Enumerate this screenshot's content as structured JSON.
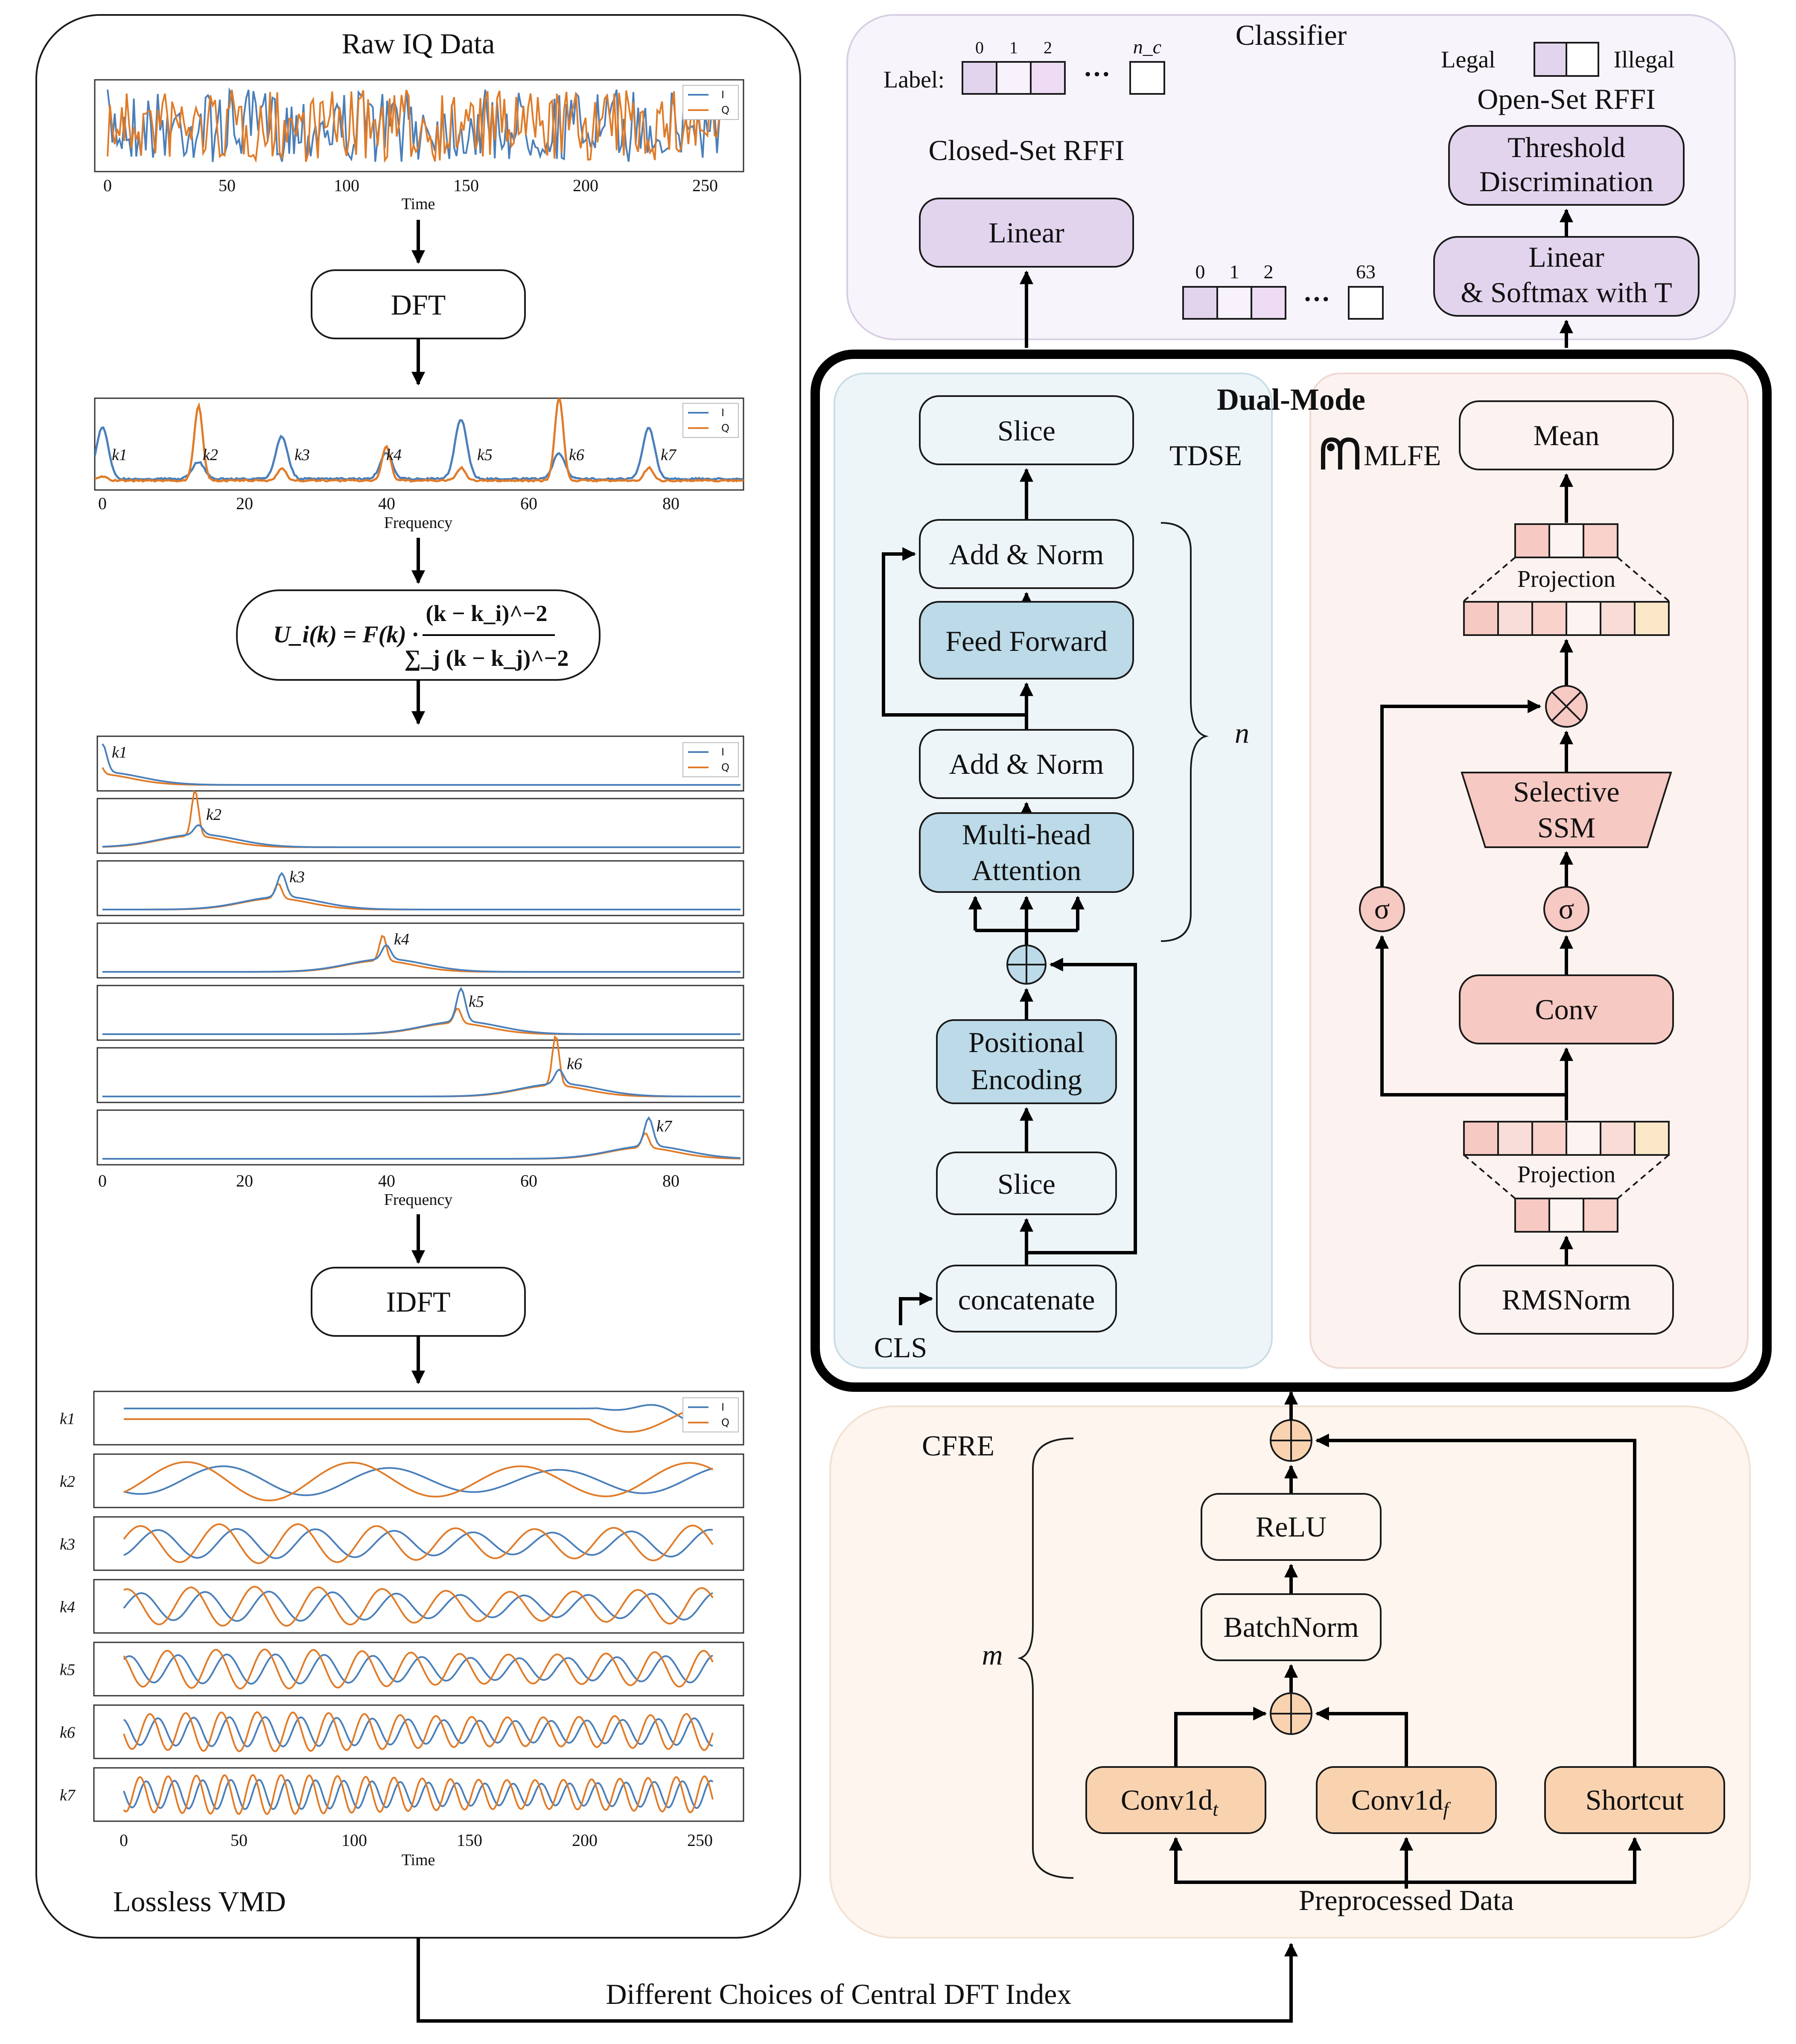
{
  "colors": {
    "blue": "#4a7fba",
    "orange": "#e07b28",
    "classifier_bg": "#f7f4fb",
    "classifier_box": "#e3d4ee",
    "tdse_bg": "#eef5f8",
    "tdse_box": "#bcdae8",
    "mlfe_bg": "#fcf3f1",
    "mlfe_box": "#f6c9c2",
    "cfre_bg": "#fdf5ee",
    "cfre_box": "#f9d3b0"
  },
  "left_panel": {
    "title": "Raw IQ Data",
    "footer": "Lossless VMD",
    "dft": "DFT",
    "idft": "IDFT",
    "formula": {
      "lhs": "U_i(k) = F(k) ·",
      "numerator": "(k − k_i)^−2",
      "denominator": "∑_j (k − k_j)^−2"
    },
    "raw_chart": {
      "x_ticks": [
        "0",
        "50",
        "100",
        "150",
        "200",
        "250"
      ],
      "x_label": "Time",
      "legend": [
        "I",
        "Q"
      ]
    },
    "spectrum_chart": {
      "x_ticks": [
        "0",
        "20",
        "40",
        "60",
        "80"
      ],
      "x_label": "Frequency",
      "legend": [
        "I",
        "Q"
      ],
      "peak_labels": [
        "k1",
        "k2",
        "k3",
        "k4",
        "k5",
        "k6",
        "k7"
      ]
    },
    "mode_spectra": {
      "x_ticks": [
        "0",
        "20",
        "40",
        "60",
        "80"
      ],
      "x_label": "Frequency",
      "legend": [
        "I",
        "Q"
      ],
      "labels": [
        "k1",
        "k2",
        "k3",
        "k4",
        "k5",
        "k6",
        "k7"
      ]
    },
    "time_modes": {
      "x_ticks": [
        "0",
        "50",
        "100",
        "150",
        "200",
        "250"
      ],
      "x_label": "Time",
      "legend": [
        "I",
        "Q"
      ],
      "row_labels": [
        "k1",
        "k2",
        "k3",
        "k4",
        "k5",
        "k6",
        "k7"
      ]
    }
  },
  "classifier": {
    "title": "Classifier",
    "label_text": "Label:",
    "label_indices": [
      "0",
      "1",
      "2",
      "n_c"
    ],
    "closed_set": "Closed-Set RFFI",
    "linear": "Linear",
    "mid_indices": [
      "0",
      "1",
      "2",
      "63"
    ],
    "legal": "Legal",
    "illegal": "Illegal",
    "open_set": "Open-Set RFFI",
    "threshold_line1": "Threshold",
    "threshold_line2": "Discrimination",
    "softmax_line1": "Linear",
    "softmax_line2": "& Softmax with T",
    "ellipsis": "···"
  },
  "dual_mode": {
    "title": "Dual-Mode",
    "tdse": {
      "name": "TDSE",
      "slice_top": "Slice",
      "add_norm_top": "Add & Norm",
      "feed_forward": "Feed Forward",
      "add_norm_bottom": "Add & Norm",
      "mha_line1": "Multi-head",
      "mha_line2": "Attention",
      "pe_line1": "Positional",
      "pe_line2": "Encoding",
      "slice_bottom": "Slice",
      "concatenate": "concatenate",
      "cls": "CLS",
      "repeat": "n"
    },
    "mlfe": {
      "name": "MLFE",
      "mean": "Mean",
      "projection_top": "Projection",
      "ssm_line1": "Selective",
      "ssm_line2": "SSM",
      "sigma": "σ",
      "conv": "Conv",
      "projection_bottom": "Projection",
      "rmsnorm": "RMSNorm"
    }
  },
  "cfre": {
    "name": "CFRE",
    "relu": "ReLU",
    "batchnorm": "BatchNorm",
    "conv_t": "Conv1d",
    "conv_t_sub": "t",
    "conv_f": "Conv1d",
    "conv_f_sub": "f",
    "shortcut": "Shortcut",
    "input": "Preprocessed Data",
    "repeat": "m"
  },
  "bottom_caption": "Different Choices of Central DFT Index"
}
